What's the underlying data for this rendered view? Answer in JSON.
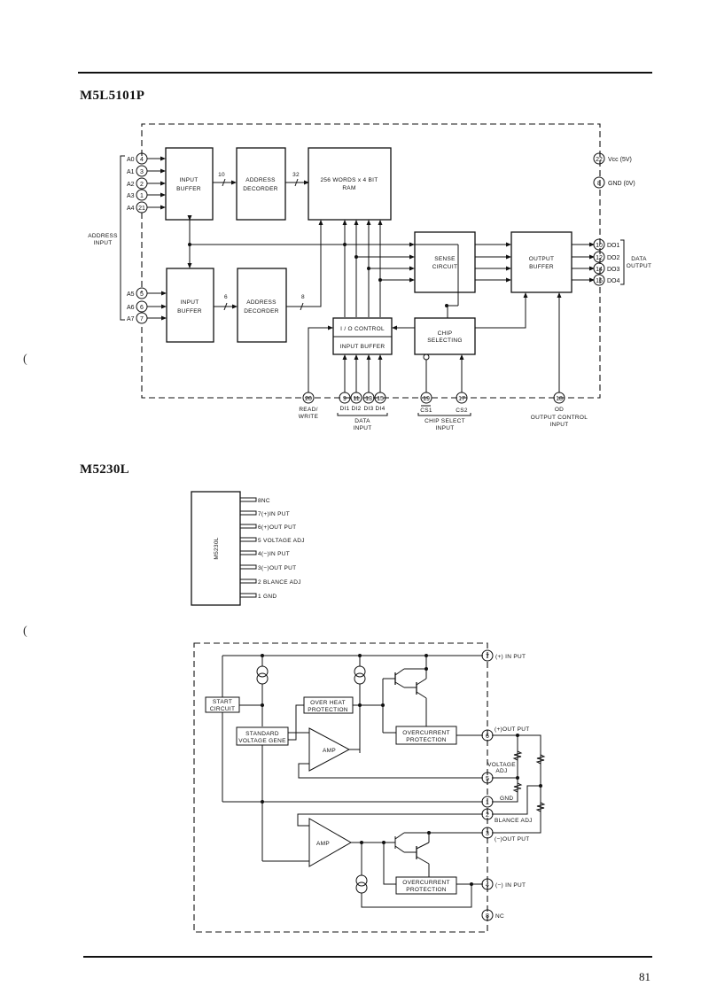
{
  "page": {
    "page_number": "81",
    "margin_marks": [
      "(",
      "("
    ]
  },
  "m5l5101p": {
    "title": "M5L5101P",
    "blocks": {
      "input_buffer_top": [
        "INPUT",
        "BUFFER"
      ],
      "address_decoder_top": [
        "ADDRESS",
        "DECORDER"
      ],
      "ram": [
        "256 WORDS x 4 BIT",
        "RAM"
      ],
      "sense_circuit": [
        "SENSE",
        "CIRCUIT"
      ],
      "output_buffer": [
        "OUTPUT",
        "BUFFER"
      ],
      "input_buffer_bottom": [
        "INPUT",
        "BUFFER"
      ],
      "address_decoder_bottom": [
        "ADDRESS",
        "DECORDER"
      ],
      "io_control": "I / O CONTROL",
      "io_input_buffer": "INPUT  BUFFER",
      "chip_selecting": [
        "CHIP",
        "SELECTING"
      ]
    },
    "bus_widths": {
      "ib_to_ad_top": "10",
      "ad_to_ram": "32",
      "ib_to_ad_bottom": "6",
      "ad_bottom_to_ram": "8"
    },
    "address_pins": [
      {
        "name": "A0",
        "pin": "4"
      },
      {
        "name": "A1",
        "pin": "3"
      },
      {
        "name": "A2",
        "pin": "2"
      },
      {
        "name": "A3",
        "pin": "1"
      },
      {
        "name": "A4",
        "pin": "21"
      },
      {
        "name": "A5",
        "pin": "5"
      },
      {
        "name": "A6",
        "pin": "6"
      },
      {
        "name": "A7",
        "pin": "7"
      }
    ],
    "address_input_label": [
      "ADDRESS",
      "INPUT"
    ],
    "power_pins": [
      {
        "pin": "22",
        "label": "Vcc (5V)"
      },
      {
        "pin": "8",
        "label": "GND (0V)"
      }
    ],
    "data_output_pins": [
      {
        "pin": "10",
        "label": "DO1"
      },
      {
        "pin": "12",
        "label": "DO2"
      },
      {
        "pin": "14",
        "label": "DO3"
      },
      {
        "pin": "16",
        "label": "DO4"
      }
    ],
    "data_output_label": [
      "DATA",
      "OUTPUT"
    ],
    "read_write": {
      "pin": "20",
      "label": [
        "READ/",
        "WRITE"
      ]
    },
    "data_input_pins": [
      {
        "pin": "9",
        "label": "DI1"
      },
      {
        "pin": "11",
        "label": "DI2"
      },
      {
        "pin": "13",
        "label": "DI3"
      },
      {
        "pin": "15",
        "label": "DI4"
      }
    ],
    "data_input_label": [
      "DATA",
      "INPUT"
    ],
    "chip_select_pins": [
      {
        "pin": "19",
        "label": "CS1"
      },
      {
        "pin": "17",
        "label": "CS2"
      }
    ],
    "chip_select_label": [
      "CHIP  SELECT",
      "INPUT"
    ],
    "output_control": {
      "pin": "18",
      "label": "OD",
      "caption": [
        "OUTPUT  CONTROL",
        "INPUT"
      ]
    }
  },
  "m5230l": {
    "title": "M5230L",
    "package_label": "M5230L",
    "package_pins": [
      "8NC",
      "7(+)IN PUT",
      "6(+)OUT PUT",
      "5 VOLTAGE ADJ",
      "4(−)IN PUT",
      "3(−)OUT PUT",
      "2 BLANCE ADJ",
      "1 GND"
    ],
    "blocks": {
      "start_circuit": [
        "START",
        "CIRCUIT"
      ],
      "over_heat": [
        "OVER HEAT",
        "PROTECTION"
      ],
      "standard_voltage": [
        "STANDARD",
        "VOLTAGE GENE"
      ],
      "amp_top": "AMP",
      "amp_bottom": "AMP",
      "overcurrent_top": [
        "OVERCURRENT",
        "PROTECTION"
      ],
      "overcurrent_bottom": [
        "OVERCURRENT",
        "PROTECTION"
      ]
    },
    "pins": [
      {
        "pin": "7",
        "label": "(+) IN PUT"
      },
      {
        "pin": "6",
        "label": "(+)OUT PUT"
      },
      {
        "pin": "5",
        "label": "VOLTAGE ADJ"
      },
      {
        "pin": "1",
        "label": "GND"
      },
      {
        "pin": "2",
        "label": "BLANCE ADJ"
      },
      {
        "pin": "3",
        "label": "(−)OUT PUT"
      },
      {
        "pin": "4",
        "label": "(−) IN PUT"
      },
      {
        "pin": "8",
        "label": "NC"
      }
    ],
    "voltage_adj_label": [
      "VOLTAGE",
      "ADJ"
    ]
  }
}
